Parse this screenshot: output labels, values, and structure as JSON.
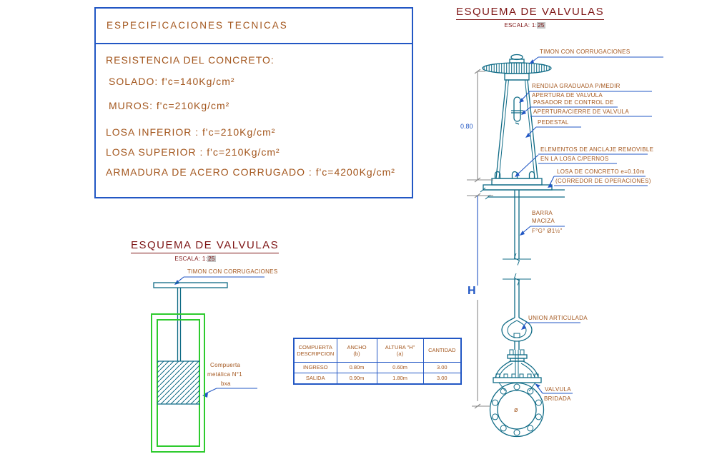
{
  "colors": {
    "blue": "#2257c4",
    "brown": "#a3561d",
    "darkred": "#7d1414",
    "teal": "#0f6b86",
    "green": "#2ecb2e",
    "gray": "#8a8a8a",
    "highlight": "#c4c4c4"
  },
  "specs": {
    "title": "ESPECIFICACIONES TECNICAS",
    "heading": "RESISTENCIA DEL CONCRETO:",
    "lines": [
      "SOLADO: f'c=140Kg/cm²",
      "MUROS: f'c=210Kg/cm²",
      "LOSA INFERIOR : f'c=210Kg/cm²",
      "LOSA SUPERIOR : f'c=210Kg/cm²",
      "ARMADURA DE ACERO CORRUGADO : f'c=4200Kg/cm²"
    ]
  },
  "right_schema": {
    "title": "ESQUEMA DE VALVULAS",
    "scale_label": "ESCALA: 1:",
    "scale_value": "25",
    "dim_080": "0.80",
    "dim_h": "H",
    "valve_symbol": "ø",
    "labels": {
      "timon": "TIMON CON CORRUGACIONES",
      "rendija1": "RENDIJA GRADUADA P/MEDIR",
      "rendija2": "APERTURA DE VALVULA",
      "pasador1": "PASADOR DE CONTROL DE",
      "pasador2": "APERTURA/CIERRE DE VALVULA",
      "pedestal": "PEDESTAL",
      "anclaje1": "ELEMENTOS DE ANCLAJE REMOVIBLE",
      "anclaje2": "EN LA LOSA C/PERNOS",
      "losa1": "LOSA DE CONCRETO e=0.10m",
      "losa2": "(CORREDOR DE OPERACIONES)",
      "barra1": "BARRA",
      "barra2": "MACIZA",
      "barra3": "F°G° Ø1½\"",
      "union": "UNION ARTICULADA",
      "valvula1": "VALVULA",
      "valvula2": "BRIDADA"
    }
  },
  "left_schema": {
    "title": "ESQUEMA DE VALVULAS",
    "scale_label": "ESCALA: 1:",
    "scale_value": "25",
    "labels": {
      "timon": "TIMON CON CORRUGACIONES",
      "compuerta1": "Compuerta",
      "compuerta2": "metálica N°1",
      "compuerta3": "bxa"
    }
  },
  "table": {
    "headers": [
      "COMPUERTA\nDESCRIPCION",
      "ANCHO\n(b)",
      "ALTURA \"H\"\n(a)",
      "CANTIDAD"
    ],
    "rows": [
      [
        "INGRESO",
        "0.80m",
        "0.60m",
        "3.00"
      ],
      [
        "SALIDA",
        "0.90m",
        "1.80m",
        "3.00"
      ]
    ]
  }
}
